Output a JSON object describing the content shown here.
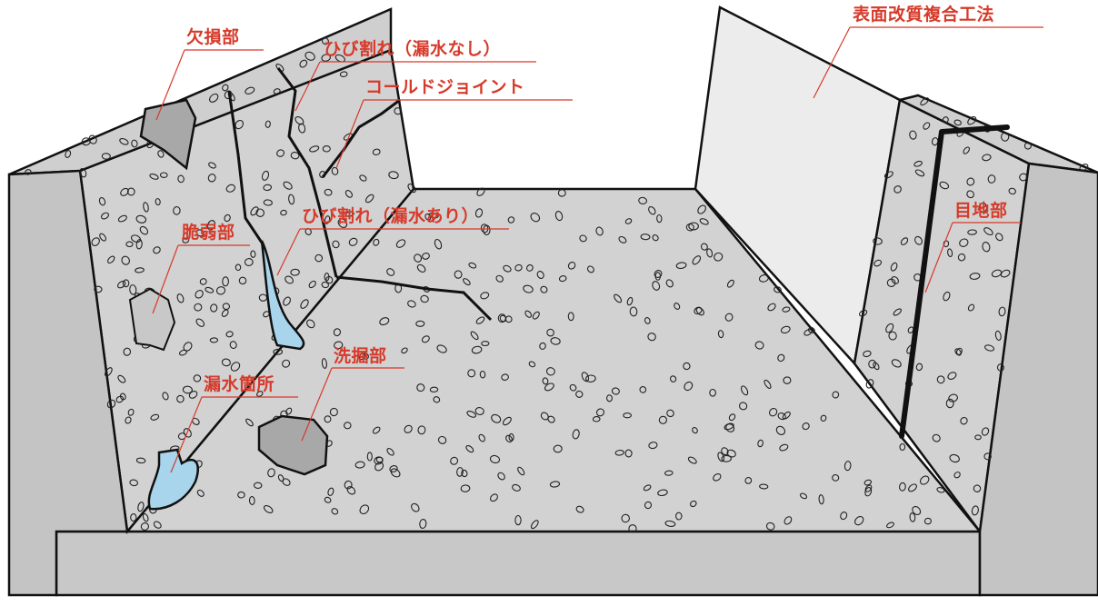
{
  "labels": {
    "missing": "欠損部",
    "crack_dry": "ひび割れ（漏水なし）",
    "cold_joint": "コールドジョイント",
    "crack_wet": "ひび割れ（漏水あり）",
    "fragile": "脆弱部",
    "scour": "洗掘部",
    "leak": "漏水箇所",
    "surface_method": "表面改質複合工法",
    "joint": "目地部"
  },
  "colors": {
    "label": "#d63a2a",
    "concrete": "#d2d2d2",
    "concrete_dark": "#bdbdbd",
    "damage": "#a8a8a8",
    "water": "#a8d4ec",
    "treated_wall": "#ececec",
    "outline": "#111111"
  }
}
